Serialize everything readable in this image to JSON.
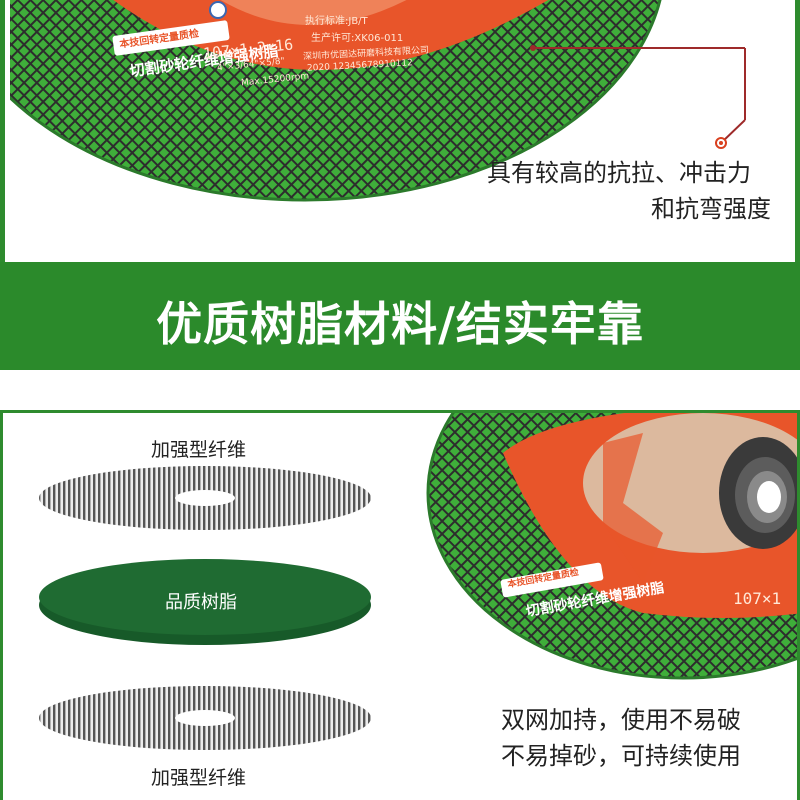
{
  "top": {
    "disc_label_line1": "本技回转定量质检",
    "disc_label_line2": "切割砂轮纤维增强树脂",
    "disc_spec": "107×1.2×16",
    "disc_spec_small": "4\"×3/64\"×5/8\"",
    "disc_speed": "Max.15200rpm",
    "disc_standard": "执行标准:JB/T",
    "disc_license": "生产许可:XK06-011",
    "disc_company": "深圳市优固达研磨科技有限公司",
    "disc_serial": "2020 12345678910112",
    "callout_line1": "具有较高的抗拉、冲击力",
    "callout_line2": "和抗弯强度"
  },
  "banner": {
    "title": "优质树脂材料/结实牢靠"
  },
  "bottom": {
    "layer_top_label": "加强型纤维",
    "layer_middle_label": "品质树脂",
    "layer_bottom_label": "加强型纤维",
    "disc_label_line1": "本技回转定量质检",
    "disc_label_line2": "切割砂轮纤维增强树脂",
    "disc_spec": "107×1",
    "caption_line1": "双网加持，使用不易破",
    "caption_line2": "不易掉砂，可持续使用"
  },
  "colors": {
    "brand_green": "#2b8a2b",
    "disc_green": "#3fa83c",
    "resin_green": "#1f6b32",
    "label_orange": "#e8552a"
  }
}
